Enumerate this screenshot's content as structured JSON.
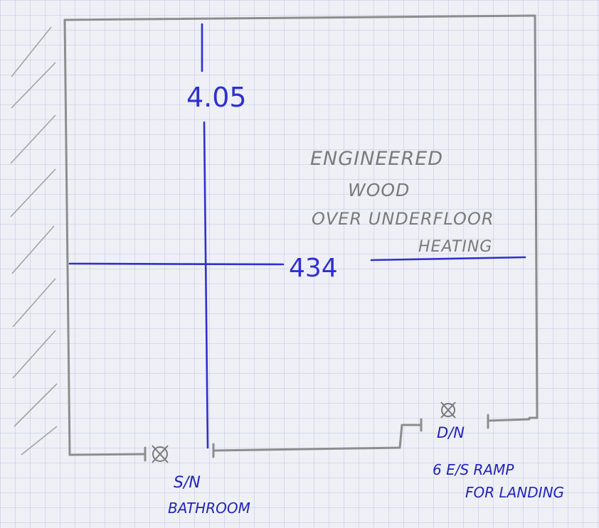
{
  "dimensions": {
    "vertical": "4.05",
    "horizontal": "434"
  },
  "floor_note": {
    "line1": "ENGINEERED",
    "line2": "WOOD",
    "line3": "OVER UNDERFLOOR",
    "line4": "HEATING"
  },
  "door_south_west": {
    "code": "S/N",
    "label": "BATHROOM"
  },
  "door_south_east": {
    "code": "D/N",
    "note_line1": "6 E/S RAMP",
    "note_line2": "FOR LANDING"
  },
  "icons": {
    "ceiling_light": "ceiling-light-icon"
  }
}
